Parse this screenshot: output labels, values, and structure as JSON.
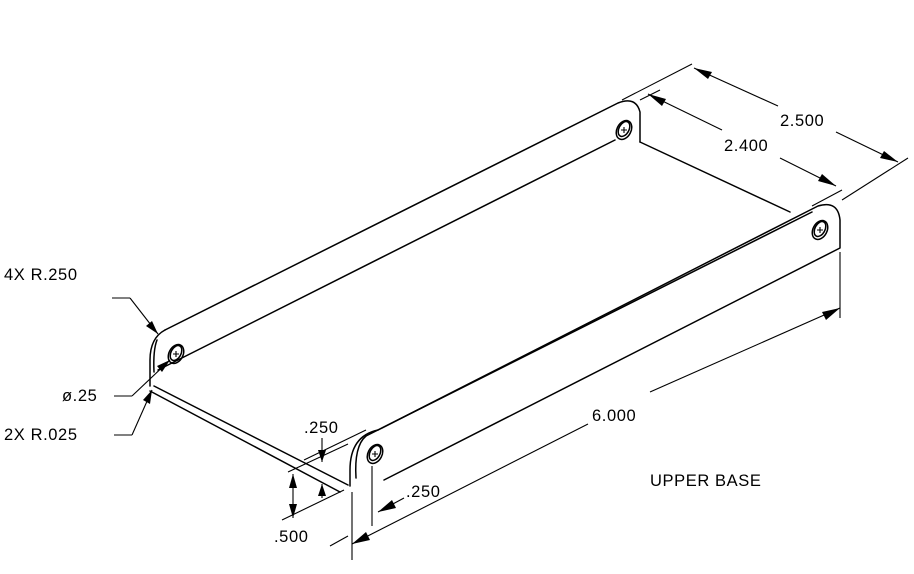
{
  "drawing": {
    "title": "UPPER BASE",
    "dimensions": {
      "overall_width": "2.500",
      "inner_width": "2.400",
      "length": "6.000",
      "flange_height": ".500",
      "thickness_top": ".250",
      "thickness_bottom": ".250"
    },
    "callouts": {
      "corner_radius": "4X R.250",
      "hole_diameter": "ø.25",
      "bend_radius": "2X R.025"
    }
  }
}
